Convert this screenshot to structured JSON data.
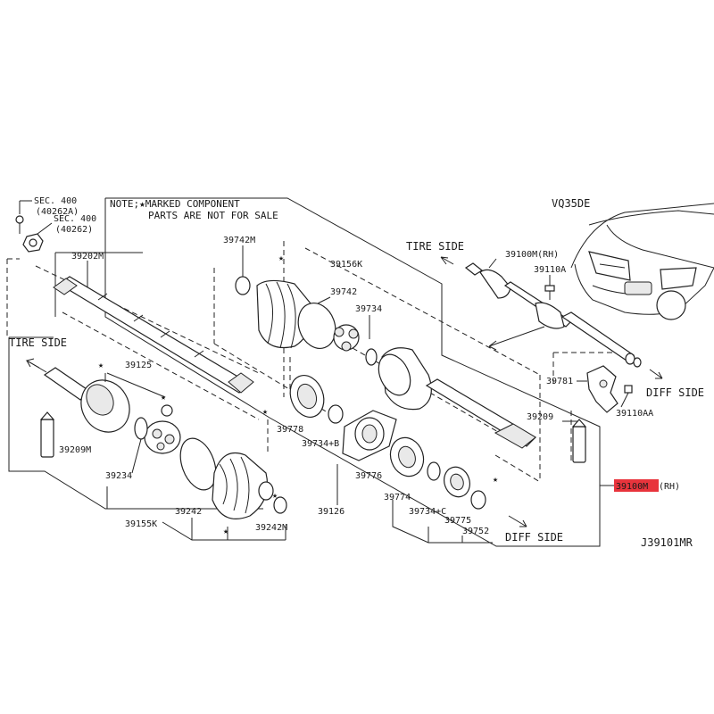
{
  "engine": "VQ35DE",
  "drawing_id": "J39101MR",
  "note_line1": "NOTE;★MARKED COMPONENT",
  "note_line2": "PARTS ARE NOT FOR SALE",
  "tire_side_left": "TIRE SIDE",
  "tire_side_right": "TIRE SIDE",
  "diff_side_bottom": "DIFF SIDE",
  "diff_side_right": "DIFF SIDE",
  "highlight_color": "#e8343c",
  "parts": {
    "sec400_a": "SEC. 400",
    "sec400_a_code": "(40262A)",
    "sec400_b": "SEC. 400",
    "sec400_b_code": "(40262)",
    "p39202M": "39202M",
    "p39742M": "39742M",
    "p39156K": "39156K",
    "p39742": "39742",
    "p39734": "39734",
    "p39125": "39125",
    "p39209M": "39209M",
    "p39234": "39234",
    "p39155K": "39155K",
    "p39242": "39242",
    "p39242M": "39242M",
    "p39778": "39778",
    "p39734B": "39734+B",
    "p39776": "39776",
    "p39126": "39126",
    "p39774": "39774",
    "p39734C": "39734+C",
    "p39775": "39775",
    "p39752": "39752",
    "p39209": "39209",
    "p39100M_RH_top": "39100M(RH)",
    "p39110A": "39110A",
    "p39781": "39781",
    "p39110AA": "39110AA",
    "p39100M_highlight": "39100M",
    "p39100M_rh_suffix": "(RH)"
  }
}
